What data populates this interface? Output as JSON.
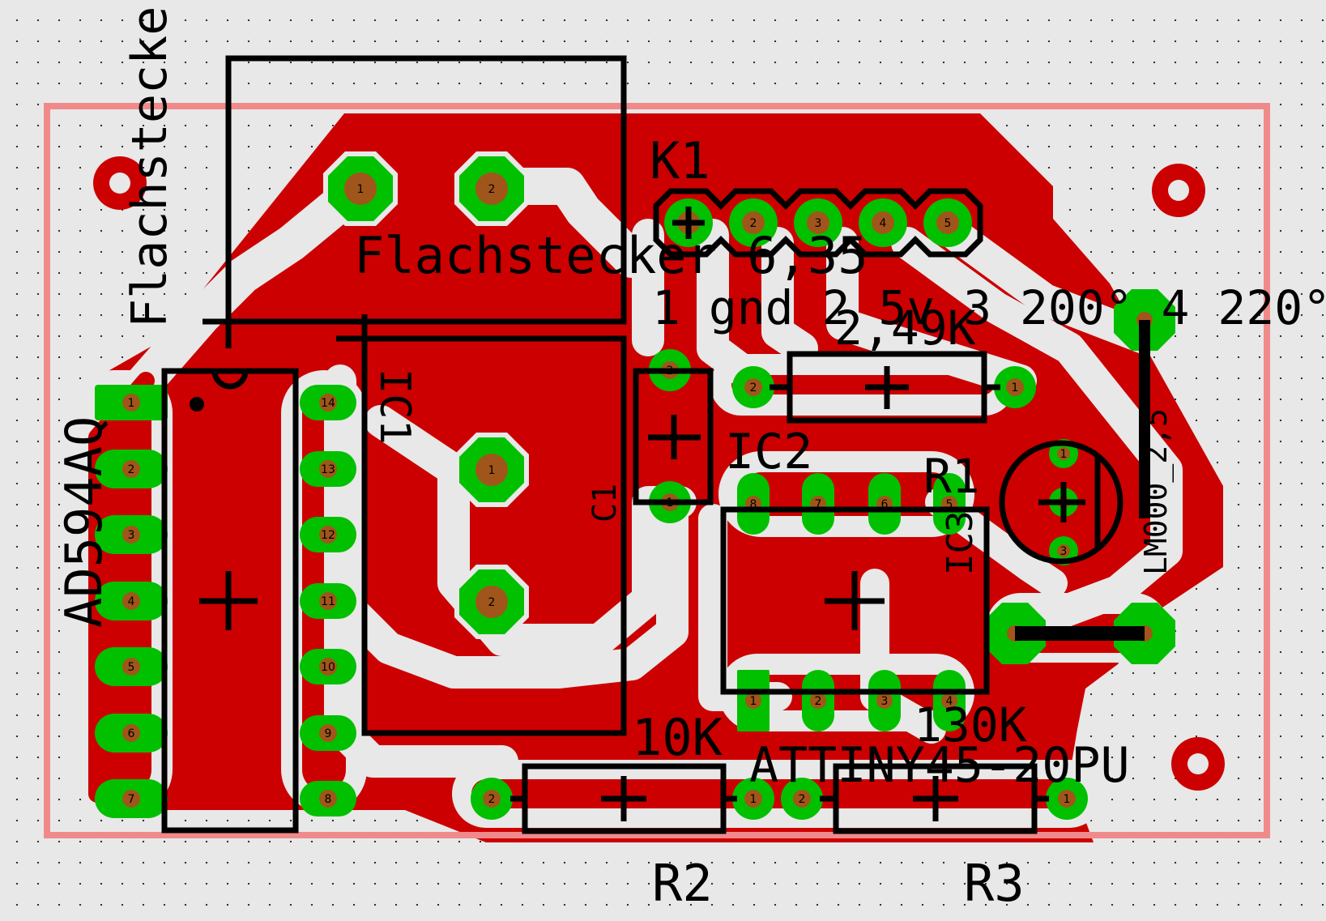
{
  "layers": {
    "board_outline_color": "#f08a8a",
    "copper_color": "#cc0000",
    "clearance_color": "#e8e8e8",
    "pad_color": "#00c000",
    "drill_color": "#a0561a",
    "silkscreen_color": "#000000"
  },
  "labels": {
    "flachstecker_vertical": "Flachstecker",
    "flachstecker_635": "Flachstecker 6,35",
    "k1": "K1",
    "k1_pinout": "1 gnd 2 5v 3 200° 4 220°",
    "r1_value": "2,49K",
    "r1": "R1",
    "ic1": "IC1",
    "ic2": "IC2",
    "ic3": "IC3",
    "c1": "C1",
    "ad594": "AD594AQ",
    "lm": "LM000_2,5",
    "r2_value": "10K",
    "r2": "R2",
    "r3_value": "130K",
    "r3": "R3",
    "attiny": "ATTINY45-20PU"
  },
  "pins": {
    "p1": "1",
    "p2": "2",
    "p3": "3",
    "p4": "4",
    "p5": "5",
    "p6": "6",
    "p7": "7",
    "p8": "8",
    "p9": "9",
    "p10": "10",
    "p11": "11",
    "p12": "12",
    "p13": "13",
    "p14": "14"
  }
}
